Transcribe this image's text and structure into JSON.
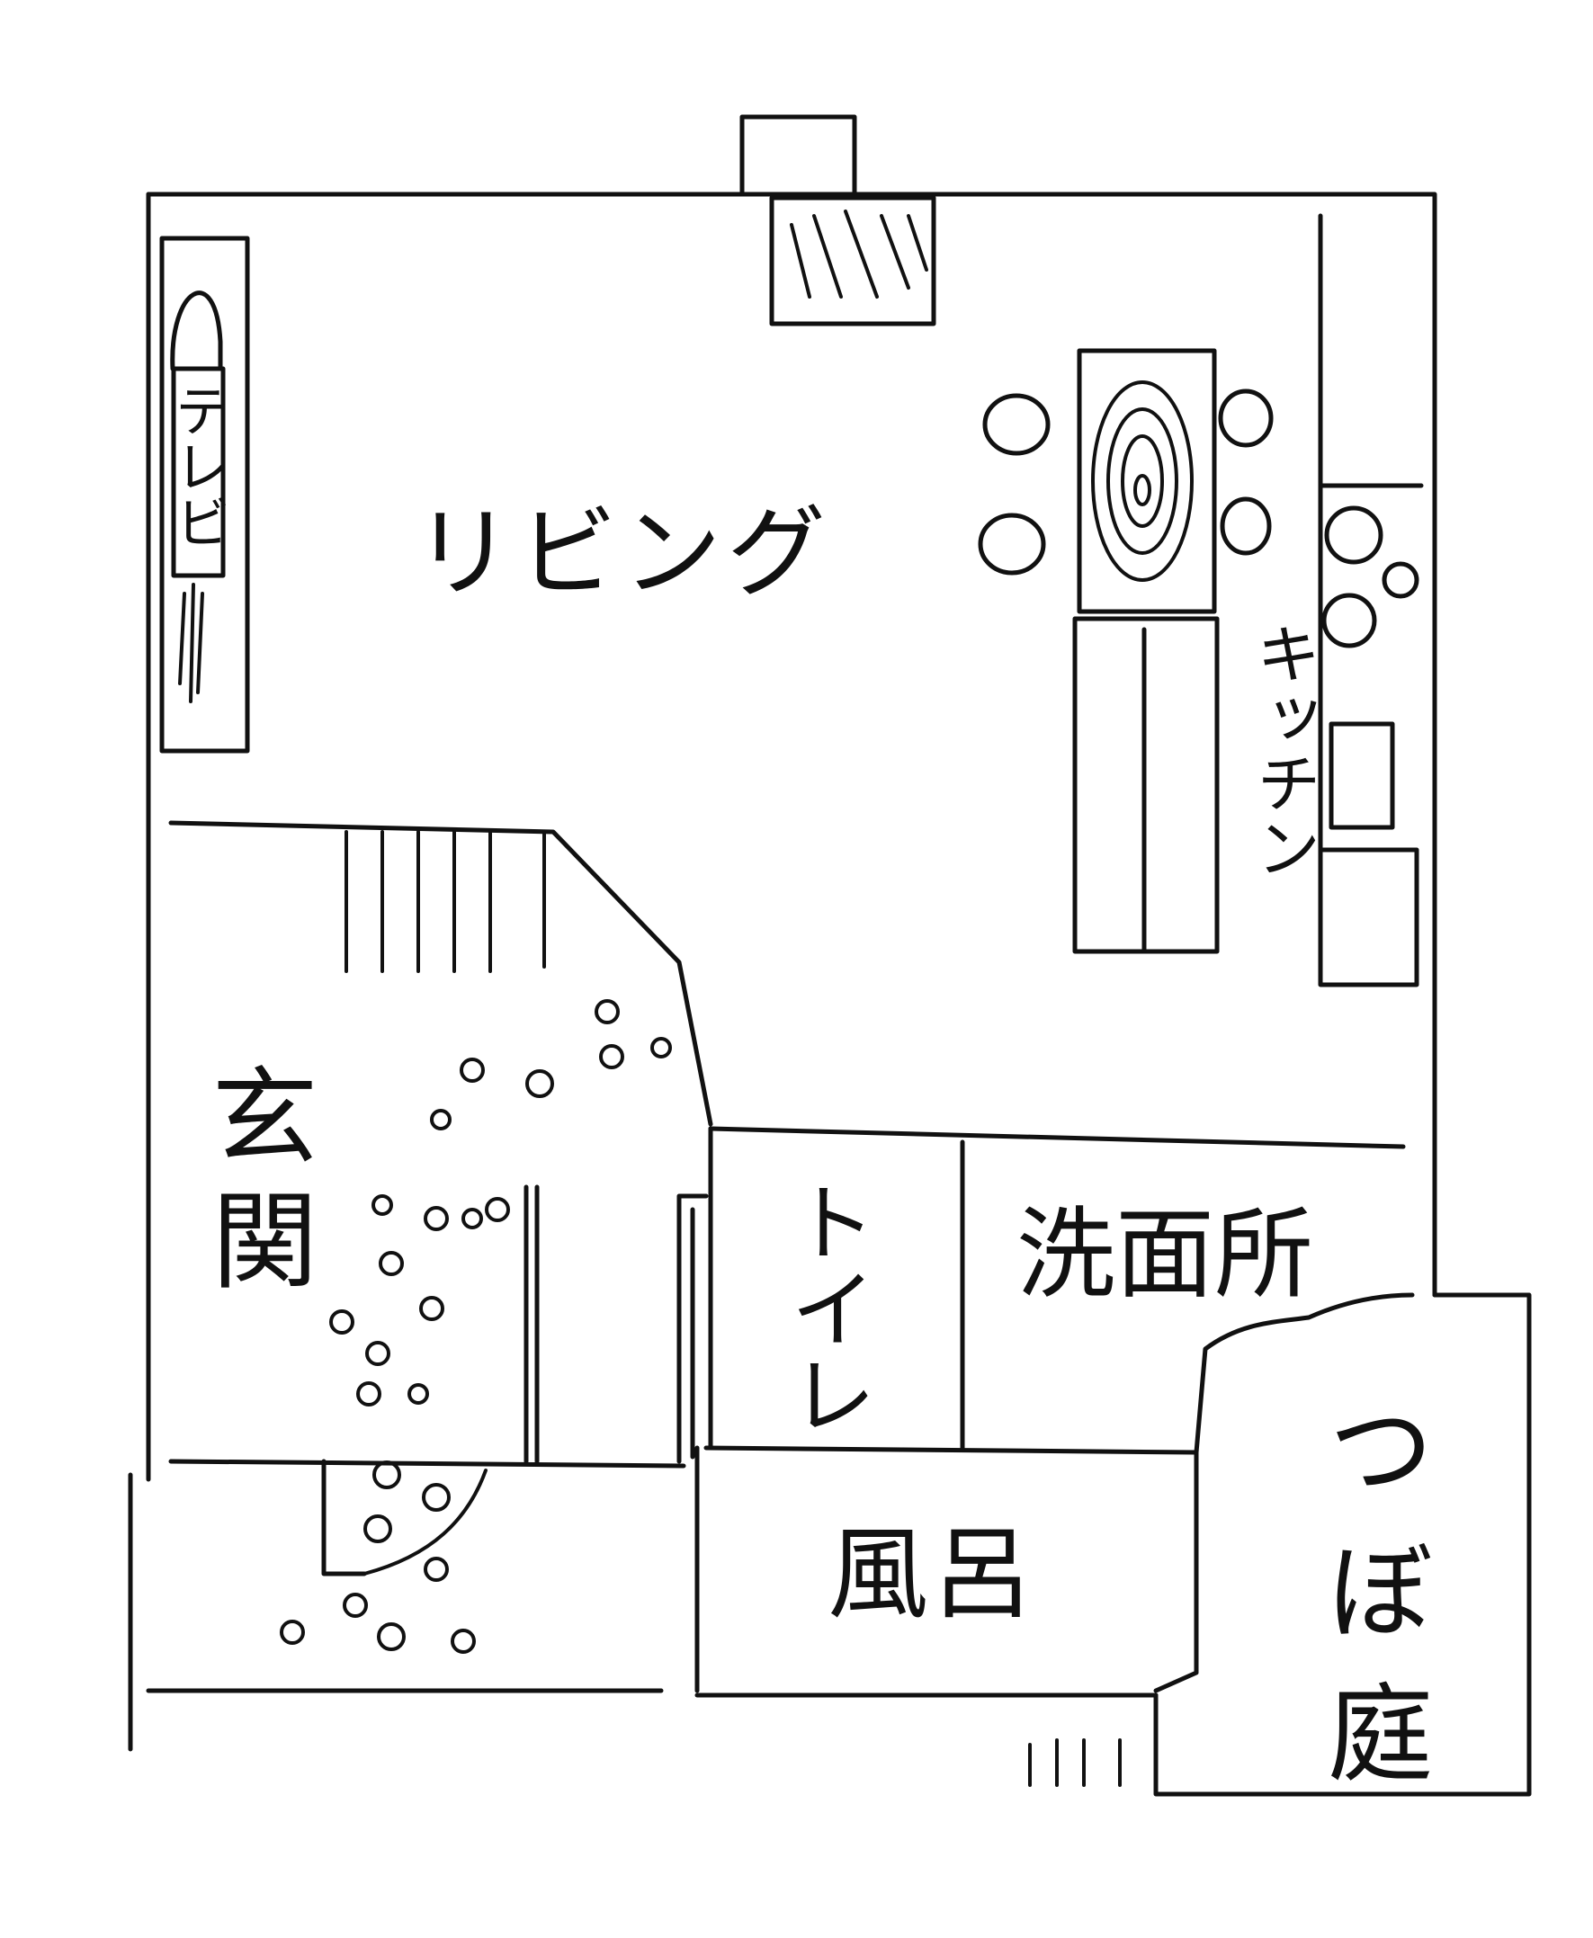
{
  "plan": {
    "rooms": {
      "living": "リビング",
      "tv": "テレビ",
      "kitchen": "キッチン",
      "genkan": "玄関",
      "toilet": "トイレ",
      "senmenjo": "洗面所",
      "furo": "風呂",
      "tsuboniwa": "つぼ庭"
    }
  }
}
